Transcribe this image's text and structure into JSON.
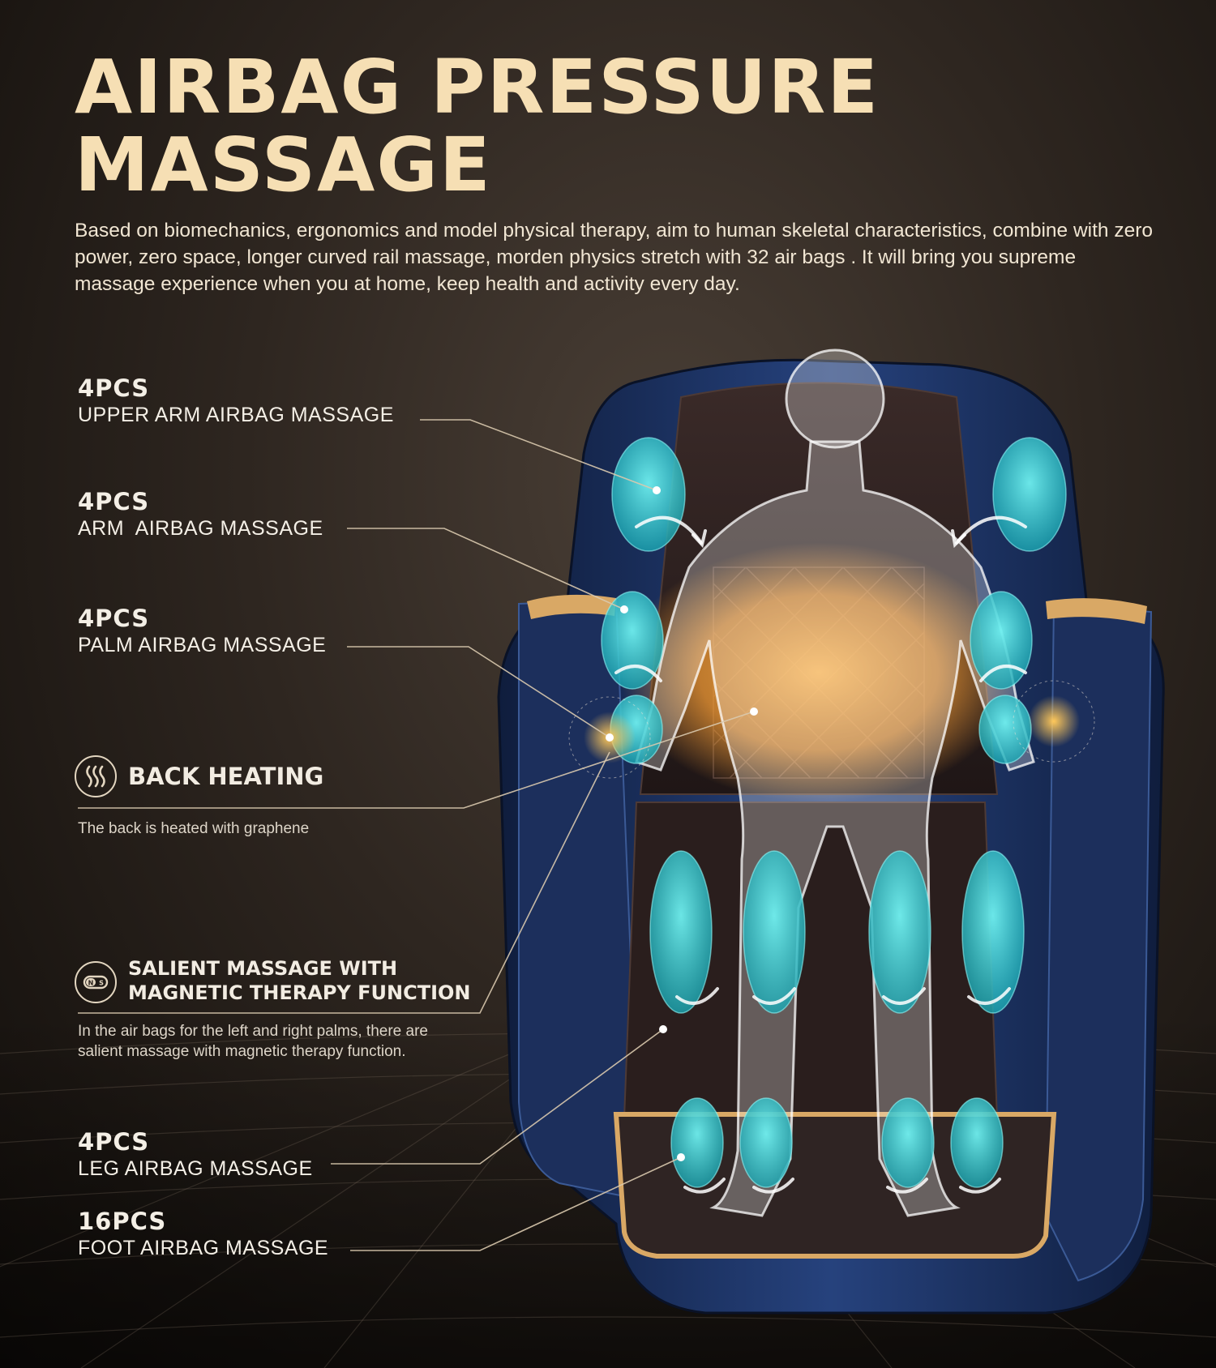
{
  "header": {
    "title_line1": "AIRBAG PRESSURE",
    "title_line2": "MASSAGE",
    "description": "Based on biomechanics, ergonomics and model physical therapy, aim to human skeletal characteristics, combine with zero power, zero space, longer curved rail massage, morden physics stretch with 32 air bags . It will bring you supreme massage experience when you at home, keep health and activity every day."
  },
  "callouts": [
    {
      "qty": "4PCS",
      "name": "UPPER ARM AIRBAG MASSAGE"
    },
    {
      "qty": "4PCS",
      "name": "ARM  AIRBAG MASSAGE"
    },
    {
      "qty": "4PCS",
      "name": "PALM AIRBAG MASSAGE"
    },
    {
      "qty": "4PCS",
      "name": "LEG AIRBAG MASSAGE"
    },
    {
      "qty": "16PCS",
      "name": "FOOT AIRBAG MASSAGE"
    }
  ],
  "features": {
    "back_heating": {
      "title": "BACK HEATING",
      "desc": "The back is heated with graphene",
      "icon": "heat-waves-icon"
    },
    "magnetic": {
      "title_line1": "SALIENT MASSAGE WITH",
      "title_line2": "MAGNETIC THERAPY FUNCTION",
      "desc_line1": "In the air bags for the left and right palms, there are",
      "desc_line2": "salient massage with magnetic therapy function.",
      "icon": "magnet-icon"
    }
  },
  "colors": {
    "title": "#f6dfb4",
    "airbag": "#3fd0d6",
    "heating": "#f5a640",
    "chair_shell": "#1f3566",
    "gold_trim": "#d9a865",
    "leader_line": "#d9c9ae"
  }
}
